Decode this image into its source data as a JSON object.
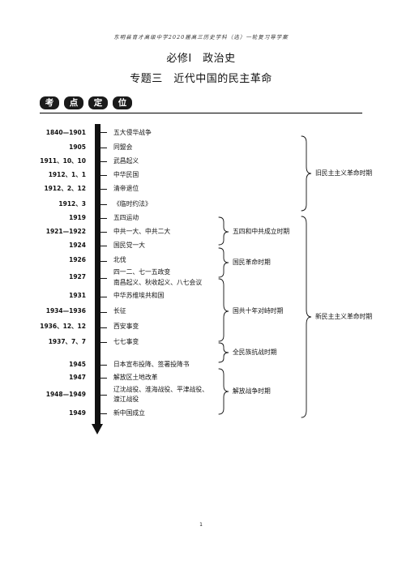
{
  "header": {
    "line": "东明县育才高级中学2020届高三历史学科（选）一轮复习导学案"
  },
  "titles": {
    "module": "必修Ⅰ　政治史",
    "topic": "专题三　近代中国的民主革命"
  },
  "badges": [
    "考",
    "点",
    "定",
    "位"
  ],
  "timeline": [
    {
      "date": "1840—1901",
      "label": "五大侵华战争"
    },
    {
      "date": "1905",
      "label": "同盟会"
    },
    {
      "date": "1911、10、10",
      "label": "武昌起义"
    },
    {
      "date": "1912、1、1",
      "label": "中华民国"
    },
    {
      "date": "1912、2、12",
      "label": "清帝退位"
    },
    {
      "date": "1912、3",
      "label": "《临时约法》"
    },
    {
      "date": "1919",
      "label": "五四运动"
    },
    {
      "date": "1921—1922",
      "label": "中共一大、中共二大"
    },
    {
      "date": "1924",
      "label": "国民党一大"
    },
    {
      "date": "1926",
      "label": "北伐"
    },
    {
      "date": "1927",
      "label": "四一二、七一五政变",
      "label2": "南昌起义、秋收起义、八七会议"
    },
    {
      "date": "1931",
      "label": "中华苏维埃共和国"
    },
    {
      "date": "1934—1936",
      "label": "长征"
    },
    {
      "date": "1936、12、12",
      "label": "西安事变"
    },
    {
      "date": "1937、7、7",
      "label": "七七事变"
    },
    {
      "date": "1945",
      "label": "日本宣布投降、签署投降书"
    },
    {
      "date": "1947",
      "label": "解放区土地改革"
    },
    {
      "date": "1948—1949",
      "label": "辽沈战役、淮海战役、平津战役、",
      "label2": "渡江战役"
    },
    {
      "date": "1949",
      "label": "新中国成立"
    }
  ],
  "periods": {
    "p1": "五四和中共成立时期",
    "p2": "国民革命时期",
    "p3": "国共十年对峙时期",
    "p4": "全民族抗战时期",
    "p5": "解放战争时期"
  },
  "eras": {
    "old": "旧民主主义革命时期",
    "new": "新民主主义革命时期"
  },
  "page": {
    "number": "1"
  }
}
